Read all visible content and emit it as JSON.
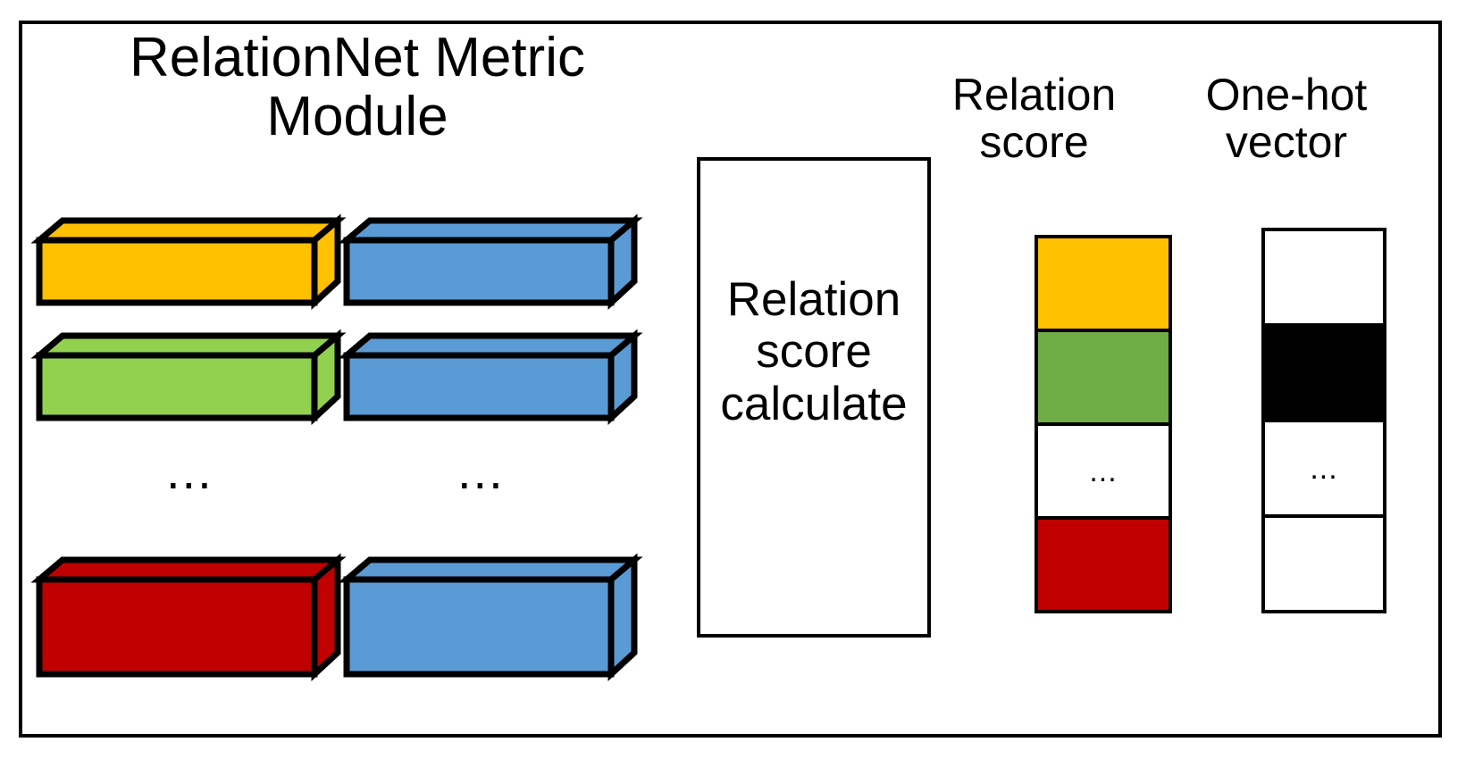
{
  "figure": {
    "module_title": "RelationNet Metric\nModule",
    "relation_score_title": "Relation\nscore",
    "one_hot_title": "One-hot\nvector",
    "calc_box_label": "Relation\nscore\ncalculate",
    "ellipsis": "...",
    "colors": {
      "yellow": "#FFC000",
      "blue": "#5B9BD5",
      "green_bar": "#92D050",
      "green_cell": "#70AD47",
      "red": "#C00000",
      "black": "#000000",
      "white": "#FFFFFF",
      "outline": "#000000"
    }
  },
  "feature_bars": {
    "left_column": [
      {
        "label": "class-prototype-yellow",
        "color": "#FFC000"
      },
      {
        "label": "class-prototype-green",
        "color": "#92D050"
      },
      {
        "label": "class-prototype-red",
        "color": "#C00000"
      }
    ],
    "right_column": [
      {
        "label": "query-feature-blue-1",
        "color": "#5B9BD5"
      },
      {
        "label": "query-feature-blue-2",
        "color": "#5B9BD5"
      },
      {
        "label": "query-feature-blue-3",
        "color": "#5B9BD5"
      }
    ],
    "left_column_ellipsis": "...",
    "right_column_ellipsis": "..."
  },
  "relation_score_vector": {
    "cells": [
      {
        "name": "score-cell-yellow",
        "fill": "#FFC000",
        "text": ""
      },
      {
        "name": "score-cell-green",
        "fill": "#70AD47",
        "text": ""
      },
      {
        "name": "score-cell-ellipsis",
        "fill": "#FFFFFF",
        "text": "..."
      },
      {
        "name": "score-cell-red",
        "fill": "#C00000",
        "text": ""
      }
    ]
  },
  "one_hot_vector": {
    "cells": [
      {
        "name": "onehot-cell-empty-1",
        "fill": "#FFFFFF",
        "text": ""
      },
      {
        "name": "onehot-cell-active",
        "fill": "#000000",
        "text": ""
      },
      {
        "name": "onehot-cell-ellipsis",
        "fill": "#FFFFFF",
        "text": "..."
      },
      {
        "name": "onehot-cell-empty-2",
        "fill": "#FFFFFF",
        "text": ""
      }
    ]
  }
}
